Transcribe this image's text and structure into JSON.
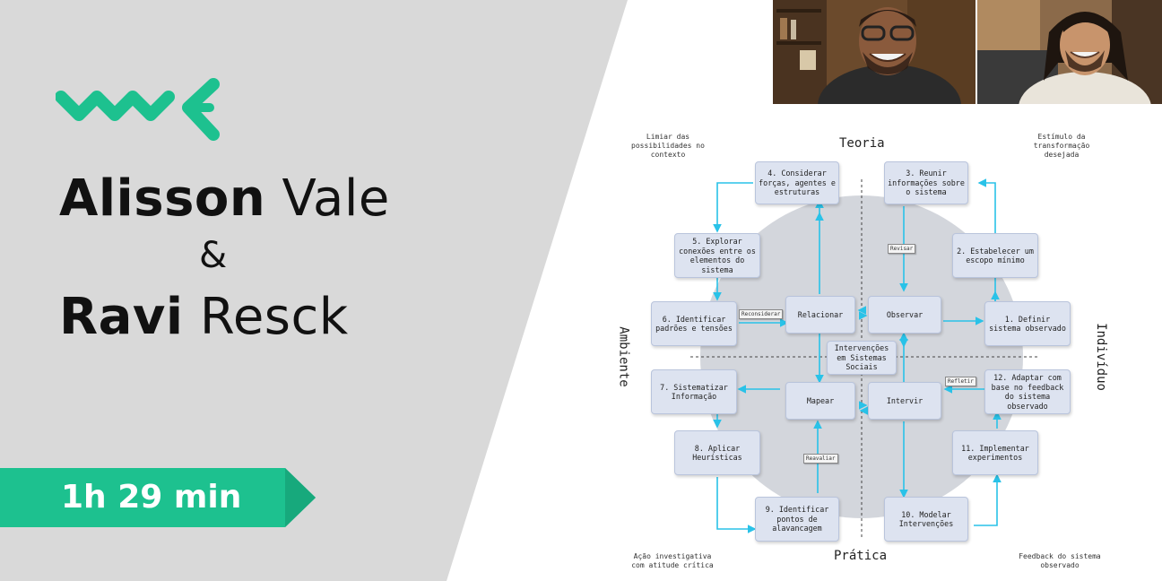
{
  "presenters": {
    "first_bold": "Alisson",
    "first_light": "Vale",
    "ampersand": "&",
    "second_bold": "Ravi",
    "second_light": "Resck"
  },
  "duration": "1h 29 min",
  "colors": {
    "accent": "#1dc18f",
    "left_bg": "#d9d9d9",
    "arrow": "#29c2e8",
    "box_fill": "#dde3f0"
  },
  "diagram": {
    "axis_top": "Teoria",
    "axis_bottom": "Prática",
    "axis_left": "Ambiente",
    "axis_right": "Indivíduo",
    "corner_top_left": "Limiar das possibilidades no contexto",
    "corner_top_right": "Estímulo da transformação desejada",
    "corner_bottom_left": "Ação investigativa com atitude crítica",
    "corner_bottom_right": "Feedback do sistema observado",
    "center": "Intervenções em Sistemas Sociais",
    "core": {
      "relacionar": "Relacionar",
      "observar": "Observar",
      "mapear": "Mapear",
      "intervir": "Intervir"
    },
    "steps": {
      "s1": "1. Definir sistema observado",
      "s2": "2. Estabelecer um escopo mínimo",
      "s3": "3. Reunir informações sobre o sistema",
      "s4": "4. Considerar forças, agentes e estruturas",
      "s5": "5. Explorar conexões entre os elementos do sistema",
      "s6": "6. Identificar padrões e tensões",
      "s7": "7. Sistematizar Informação",
      "s8": "8. Aplicar Heurísticas",
      "s9": "9. Identificar pontos de alavancagem",
      "s10": "10. Modelar Intervenções",
      "s11": "11. Implementar experimentos",
      "s12": "12. Adaptar com base no feedback do sistema observado"
    },
    "tags": {
      "revisar": "Revisar",
      "reconsiderar": "Reconsiderar",
      "refletir": "Refletir",
      "reavaliar": "Reavaliar"
    }
  }
}
